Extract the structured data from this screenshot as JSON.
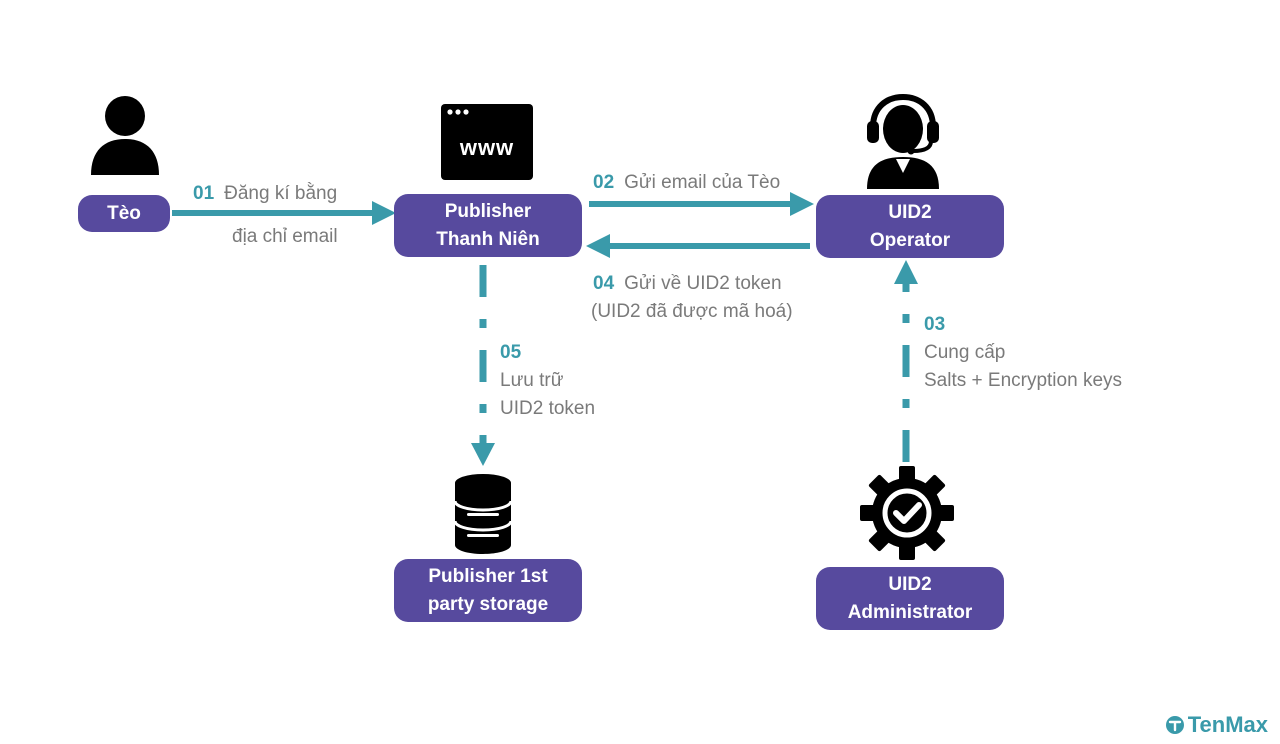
{
  "nodes": {
    "teo": {
      "label": "Tèo"
    },
    "publisher": {
      "line1": "Publisher",
      "line2": "Thanh Niên"
    },
    "operator": {
      "line1": "UID2",
      "line2": "Operator"
    },
    "storage": {
      "line1": "Publisher 1st",
      "line2": "party storage"
    },
    "administrator": {
      "line1": "UID2",
      "line2": "Administrator"
    }
  },
  "steps": {
    "s01": {
      "num": "01",
      "line1": "Đăng kí bằng",
      "line2": "địa chỉ email"
    },
    "s02": {
      "num": "02",
      "line1": "Gửi email của Tèo"
    },
    "s03": {
      "num": "03",
      "line1": "Cung cấp",
      "line2": "Salts + Encryption keys"
    },
    "s04": {
      "num": "04",
      "line1": "Gửi về UID2 token",
      "line2": "(UID2 đã được mã hoá)"
    },
    "s05": {
      "num": "05",
      "line1": "Lưu trữ",
      "line2": "UID2 token"
    }
  },
  "icons": {
    "user": "user-icon",
    "browser": "browser-www-icon",
    "operator": "headset-operator-icon",
    "database": "database-icon",
    "admin": "gear-check-icon",
    "www_text": "www"
  },
  "logo": {
    "text": "TenMax"
  },
  "colors": {
    "node": "#574a9e",
    "arrow": "#3a9aaa",
    "text": "#7a7a7a",
    "icon": "#000000"
  }
}
